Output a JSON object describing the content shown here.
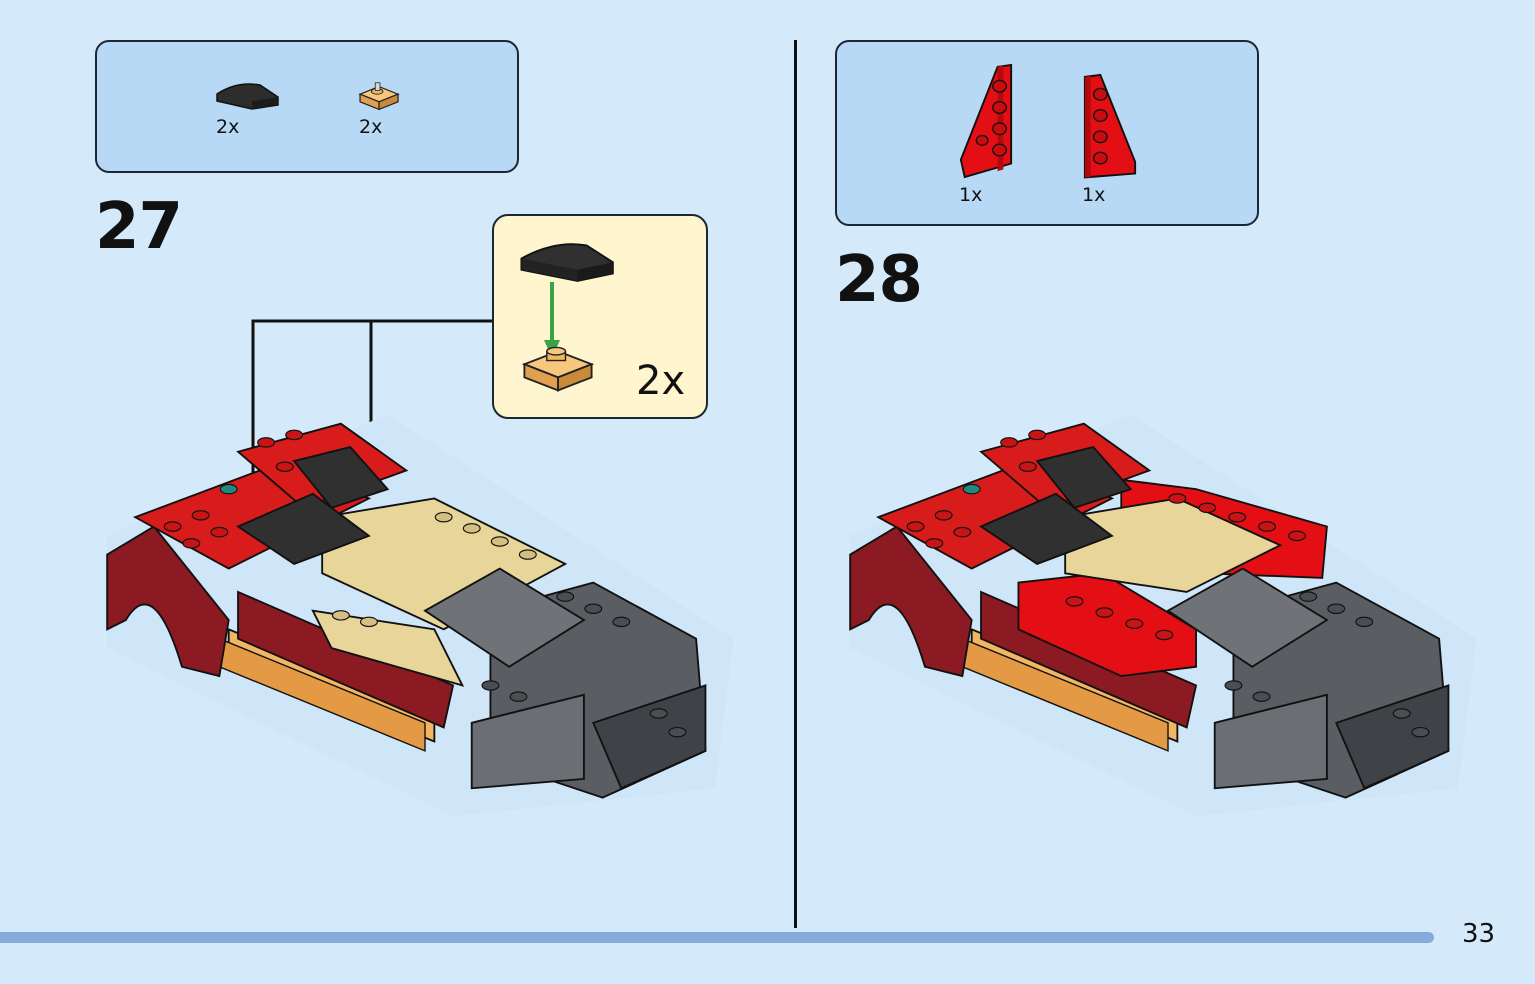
{
  "page": {
    "number": "33"
  },
  "steps": [
    {
      "number": "27",
      "parts": [
        {
          "icon": "curved-slope-black-icon",
          "qty": "2x",
          "color": "#2d2d2d"
        },
        {
          "icon": "round-stud-tan-plate-icon",
          "qty": "2x",
          "color": "#f2b563"
        }
      ],
      "callout": {
        "qty": "2x"
      }
    },
    {
      "number": "28",
      "parts": [
        {
          "icon": "wedge-plate-red-left-icon",
          "qty": "1x",
          "color": "#e30f14"
        },
        {
          "icon": "wedge-plate-red-right-icon",
          "qty": "1x",
          "color": "#e30f14"
        }
      ]
    }
  ],
  "colors": {
    "background": "#d4eafb",
    "parts_box": "#b8d9f5",
    "callout_box": "#fff5cf",
    "red": "#d81b1b",
    "dark_red": "#8b1a22",
    "tan": "#e8d59a",
    "dark_gray": "#555a5e",
    "black_part": "#303030",
    "guide_arrow": "#3aa348"
  }
}
